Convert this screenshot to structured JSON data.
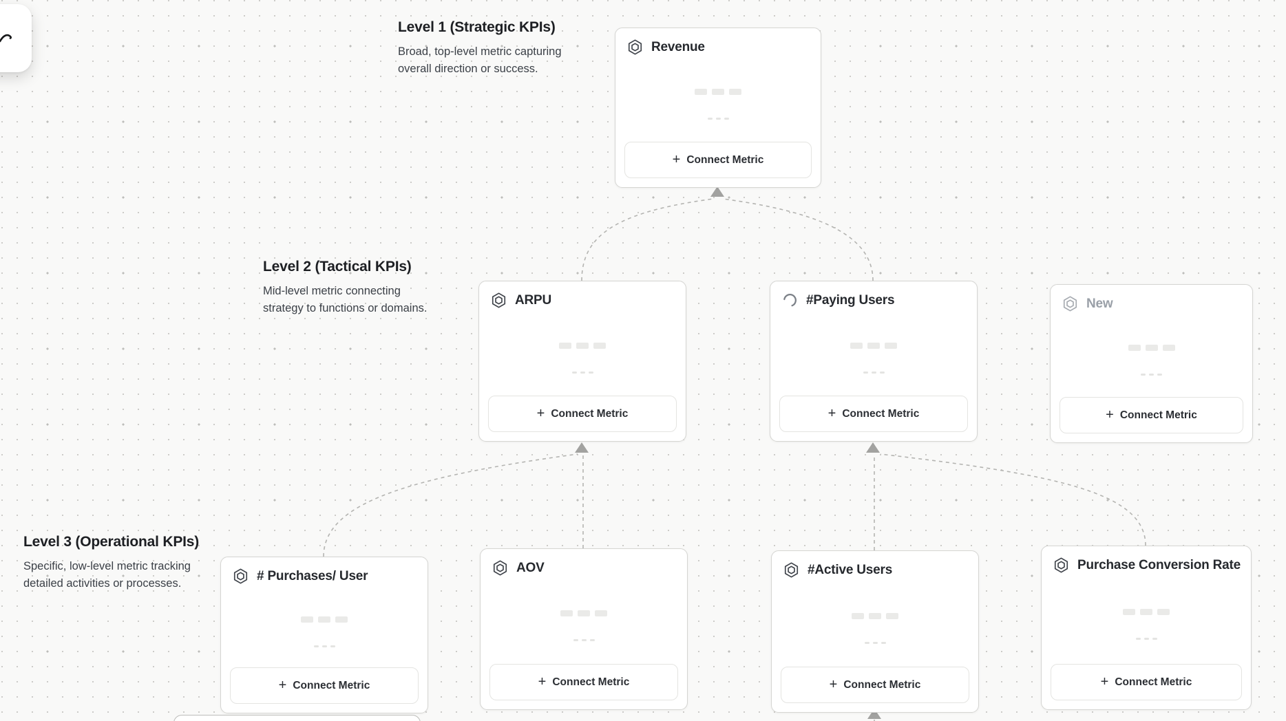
{
  "canvas": {
    "background_color": "#f9f9f8",
    "dot_color": "#cccbc8",
    "connector_color": "#b4b4b1"
  },
  "corner_panel": {
    "icon": "scribble-icon"
  },
  "levels": [
    {
      "title": "Level 1 (Strategic KPIs)",
      "description": "Broad, top-level metric capturing overall direction or success."
    },
    {
      "title": "Level 2 (Tactical KPIs)",
      "description": "Mid-level metric connecting strategy to functions or domains."
    },
    {
      "title": "Level 3 (Operational KPIs)",
      "description": "Specific, low-level metric tracking detailed activities or processes."
    }
  ],
  "cards": [
    {
      "id": "revenue",
      "title": "Revenue",
      "icon": "hexagon-icon",
      "button_label": "Connect Metric"
    },
    {
      "id": "arpu",
      "title": "ARPU",
      "icon": "hexagon-icon",
      "button_label": "Connect Metric"
    },
    {
      "id": "paying-users",
      "title": "#Paying Users",
      "icon": "spinner-icon",
      "button_label": "Connect Metric"
    },
    {
      "id": "new",
      "title": "New",
      "icon": "hexagon-icon",
      "appearance": "muted",
      "button_label": "Connect Metric"
    },
    {
      "id": "purchases-per-user",
      "title": "# Purchases/ User",
      "icon": "hexagon-icon",
      "button_label": "Connect Metric"
    },
    {
      "id": "aov",
      "title": "AOV",
      "icon": "hexagon-icon",
      "button_label": "Connect Metric"
    },
    {
      "id": "active-users",
      "title": "#Active Users",
      "icon": "hexagon-icon",
      "button_label": "Connect Metric"
    },
    {
      "id": "purchase-conversion-rate",
      "title": "Purchase Conversion Rate",
      "icon": "hexagon-icon",
      "button_label": "Connect Metric"
    }
  ],
  "edges": [
    {
      "from": "arpu",
      "to": "revenue"
    },
    {
      "from": "paying-users",
      "to": "revenue"
    },
    {
      "from": "purchases-per-user",
      "to": "arpu"
    },
    {
      "from": "aov",
      "to": "arpu"
    },
    {
      "from": "active-users",
      "to": "paying-users"
    },
    {
      "from": "purchase-conversion-rate",
      "to": "paying-users"
    },
    {
      "from": "offscreen-below",
      "to": "active-users"
    }
  ],
  "connect_button": {
    "plus_glyph": "+"
  }
}
